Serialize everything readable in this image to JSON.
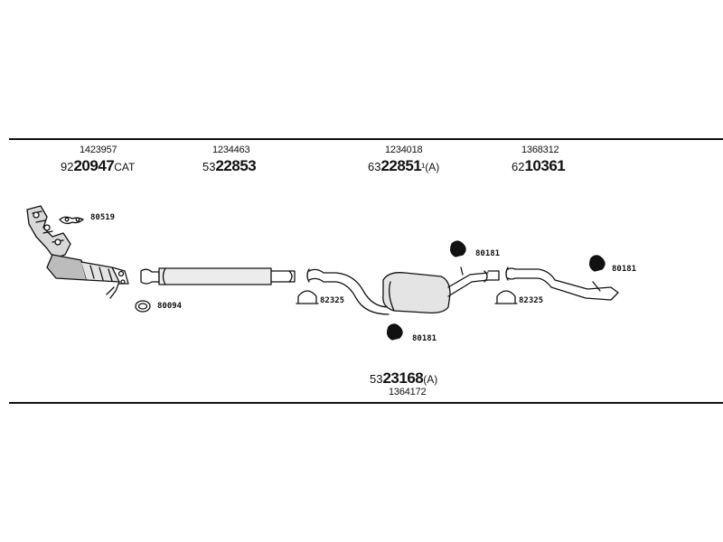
{
  "top_parts": [
    {
      "ref": "1423957",
      "prefix": "92",
      "number": "20947",
      "suffix": "CAT"
    },
    {
      "ref": "1234463",
      "prefix": "53",
      "number": "22853",
      "suffix": ""
    },
    {
      "ref": "1234018",
      "prefix": "63",
      "number": "22851",
      "suffix": "¹(A)"
    },
    {
      "ref": "1368312",
      "prefix": "62",
      "number": "10361",
      "suffix": ""
    }
  ],
  "bottom_part": {
    "prefix": "53",
    "number": "23168",
    "suffix": "(A)",
    "ref": "1364172"
  },
  "small_parts": {
    "gasket_top": "80519",
    "gasket_ring": "80094",
    "clamp_left": "82325",
    "clamp_right": "82325",
    "hanger_mid_top": "80181",
    "hanger_mid_bottom": "80181",
    "hanger_right": "80181"
  }
}
